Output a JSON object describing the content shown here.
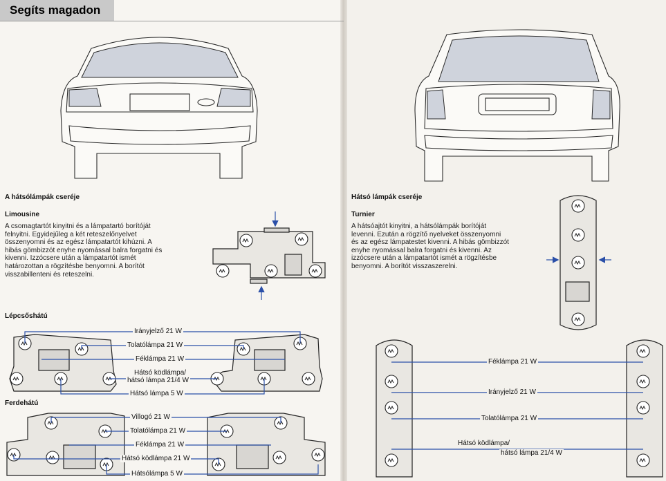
{
  "header": {
    "title": "Segíts magadon"
  },
  "left": {
    "section_title": "A hátsólámpák cseréje",
    "subtitle": "Limousine",
    "body": "A csomagtartót kinyitni és a lámpatartó borítóját felnyitni. Egyidejűleg a két reteszelőnyelvet összenyomni és az egész lámpatartót kihúzni. A hibás gömbizzót enyhe nyomással balra forgatni és kivenni. Izzócsere után a lámpatartót ismét határozottan a rögzítésbe benyomni. A borítót visszabillenteni és reteszelni.",
    "step_title": "Lépcsőshátú",
    "step_labels": [
      "Irányjelző 21 W",
      "Tolatólámpa 21 W",
      "Féklámpa 21 W",
      "Hátsó ködlámpa/",
      "hátsó lámpa 21/4 W",
      "Hátsó lámpa 5 W"
    ],
    "oblique_title": "Ferdehátú",
    "oblique_labels": [
      "Villogó 21 W",
      "Tolatólámpa 21 W",
      "Féklámpa 21 W",
      "Hátsó ködlámpa 21 W",
      "Hátsólámpa 5 W"
    ]
  },
  "right": {
    "section_title": "Hátsó lámpák cseréje",
    "subtitle": "Turnier",
    "body": "A hátsóajtót kinyitni, a hátsólámpák borítóját levenni. Ezután a rögzítő nyelveket összenyomni és az egész lámpatestet kivenni. A hibás gömbizzót enyhe nyomással balra forgatni és kivenni. Az izzócsere után a lámpatartót ismét a rögzítésbe benyomni. A borítót visszaszerelni.",
    "labels": [
      "Féklámpa 21 W",
      "Irányjelző 21 W",
      "Tolatólámpa 21 W",
      "Hátsó ködlámpa/",
      "hátsó lámpa 21/4 W"
    ]
  },
  "colors": {
    "arrow": "#2a4fa8",
    "header_bg": "#c9c9c9"
  }
}
